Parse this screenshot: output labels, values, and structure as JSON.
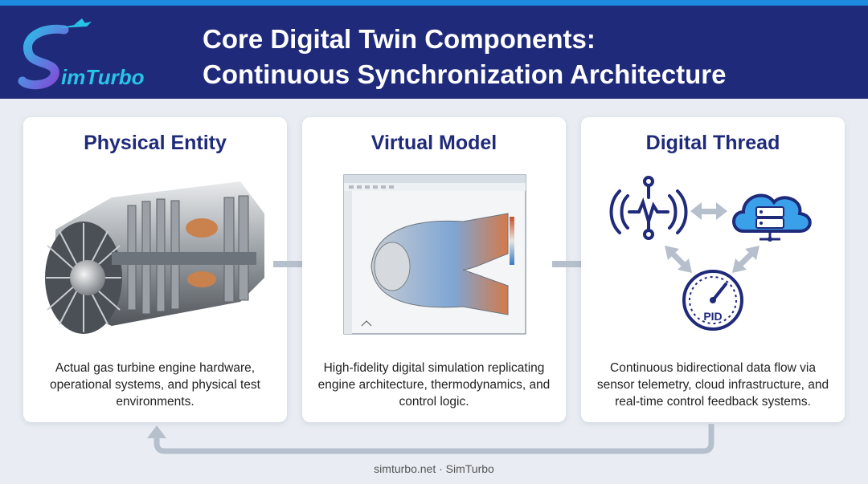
{
  "header": {
    "logo_text": "SimTurbo",
    "title_line1": "Core Digital Twin Components:",
    "title_line2": "Continuous Synchronization Architecture"
  },
  "cards": [
    {
      "title": "Physical Entity",
      "description": "Actual gas turbine engine hardware, operational systems, and physical test environments.",
      "image": "turbine-engine-cutaway"
    },
    {
      "title": "Virtual Model",
      "description": "High-fidelity digital simulation replicating engine architecture, thermodynamics, and control logic.",
      "image": "simulation-software-window"
    },
    {
      "title": "Digital Thread",
      "description": "Continuous bidirectional data flow via sensor telemetry, cloud infrastructure, and real-time control feedback systems.",
      "icons": [
        "sensor-signal-icon",
        "cloud-server-icon",
        "pid-gauge-icon"
      ],
      "pid_label": "PID"
    }
  ],
  "footer": "simturbo.net · SimTurbo",
  "colors": {
    "header_bg": "#1f2a7a",
    "accent_blue": "#1e8be0",
    "card_title": "#1f2a7a",
    "arrow_gray": "#b6bfcc",
    "background": "#e9edf3"
  }
}
